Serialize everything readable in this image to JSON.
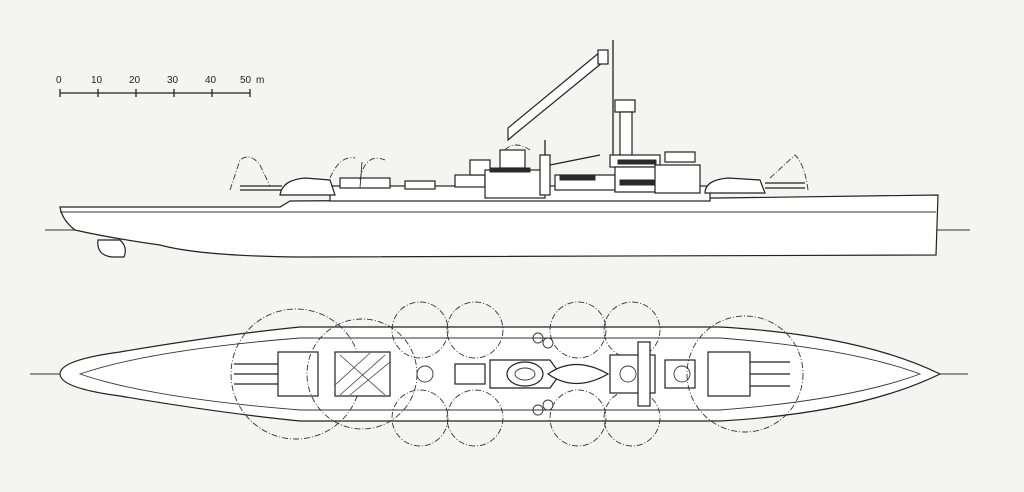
{
  "scale_bar": {
    "ticks": [
      "0",
      "10",
      "20",
      "30",
      "40",
      "50"
    ],
    "unit": "m"
  }
}
